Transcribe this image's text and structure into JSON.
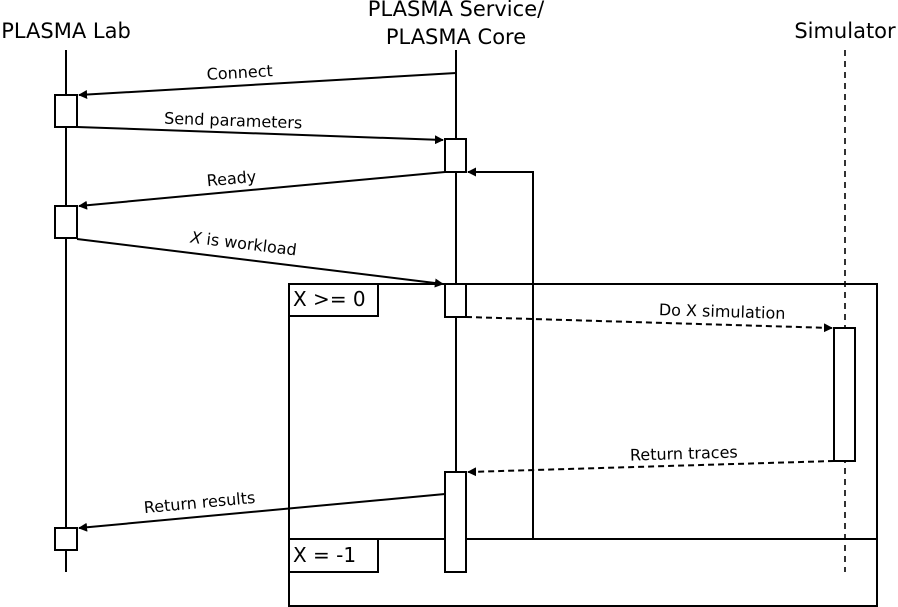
{
  "participants": {
    "lab": {
      "label": "PLASMA Lab"
    },
    "service": {
      "label_line1": "PLASMA Service/",
      "label_line2": "PLASMA Core"
    },
    "simulator": {
      "label": "Simulator"
    }
  },
  "messages": {
    "connect": "Connect",
    "send_parameters": "Send parameters",
    "ready": "Ready",
    "workload_var": "X",
    "workload_rest": " is workload",
    "do_simulation": "Do X simulation",
    "return_traces": "Return traces",
    "return_results": "Return results"
  },
  "frames": {
    "loop": {
      "condition": "X >= 0"
    },
    "end": {
      "condition": "X = -1"
    }
  },
  "colors": {
    "ink": "#000000",
    "background": "#ffffff"
  }
}
